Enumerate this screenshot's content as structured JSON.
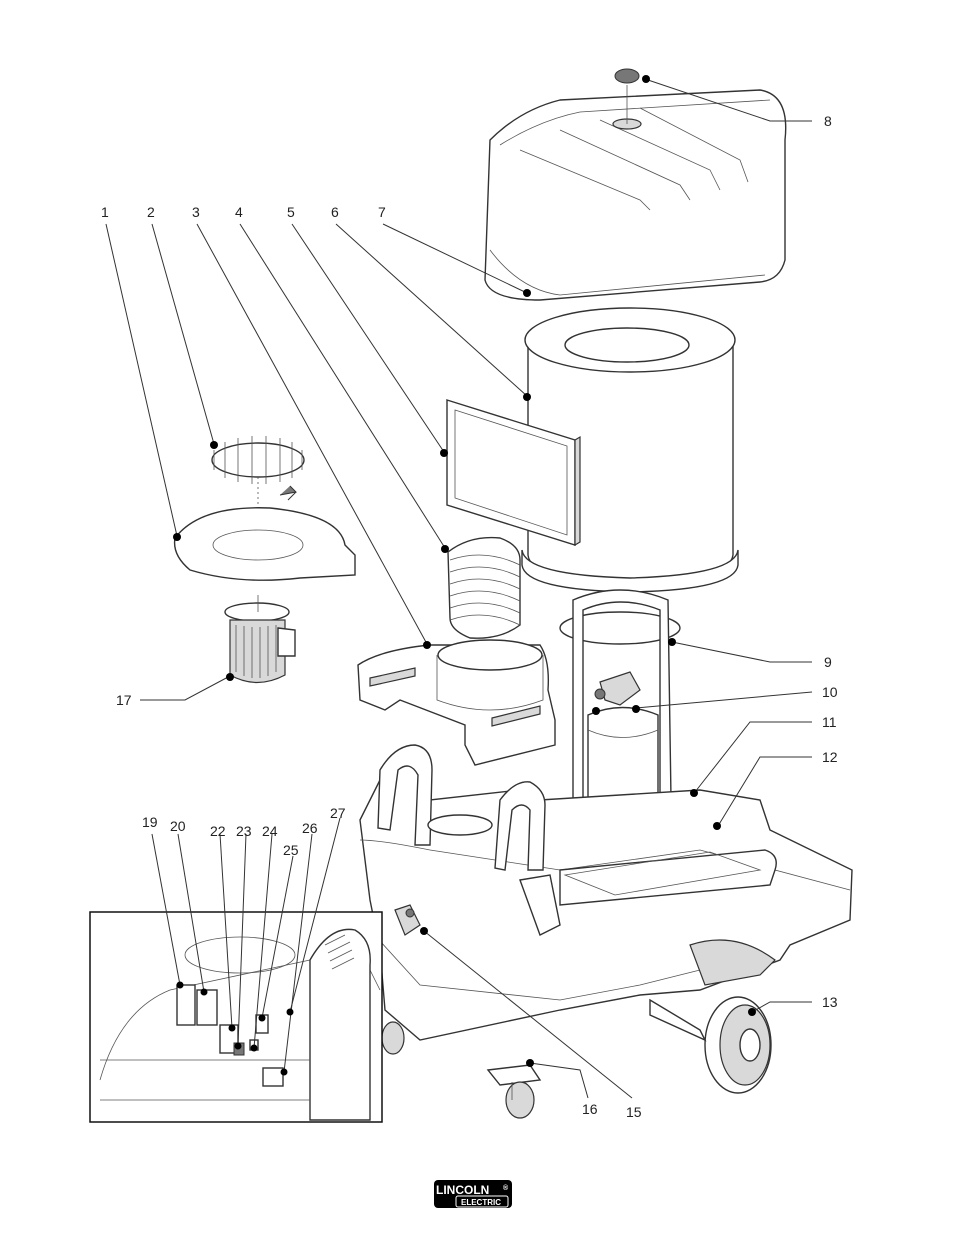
{
  "callouts": [
    {
      "id": "1",
      "label": "1"
    },
    {
      "id": "2",
      "label": "2"
    },
    {
      "id": "3",
      "label": "3"
    },
    {
      "id": "4",
      "label": "4"
    },
    {
      "id": "5",
      "label": "5"
    },
    {
      "id": "6",
      "label": "6"
    },
    {
      "id": "7",
      "label": "7"
    },
    {
      "id": "8",
      "label": "8"
    },
    {
      "id": "9",
      "label": "9"
    },
    {
      "id": "10",
      "label": "10"
    },
    {
      "id": "11",
      "label": "11"
    },
    {
      "id": "12",
      "label": "12"
    },
    {
      "id": "13",
      "label": "13"
    },
    {
      "id": "15",
      "label": "15"
    },
    {
      "id": "16",
      "label": "16"
    },
    {
      "id": "17",
      "label": "17"
    },
    {
      "id": "19",
      "label": "19"
    },
    {
      "id": "20",
      "label": "20"
    },
    {
      "id": "22",
      "label": "22"
    },
    {
      "id": "23",
      "label": "23"
    },
    {
      "id": "24",
      "label": "24"
    },
    {
      "id": "25",
      "label": "25"
    },
    {
      "id": "26",
      "label": "26"
    },
    {
      "id": "27",
      "label": "27"
    }
  ],
  "logo": {
    "line1": "LINCOLN",
    "line2": "ELECTRIC",
    "mark": "®"
  },
  "colors": {
    "ink": "#222222",
    "logo_bg": "#000000"
  }
}
